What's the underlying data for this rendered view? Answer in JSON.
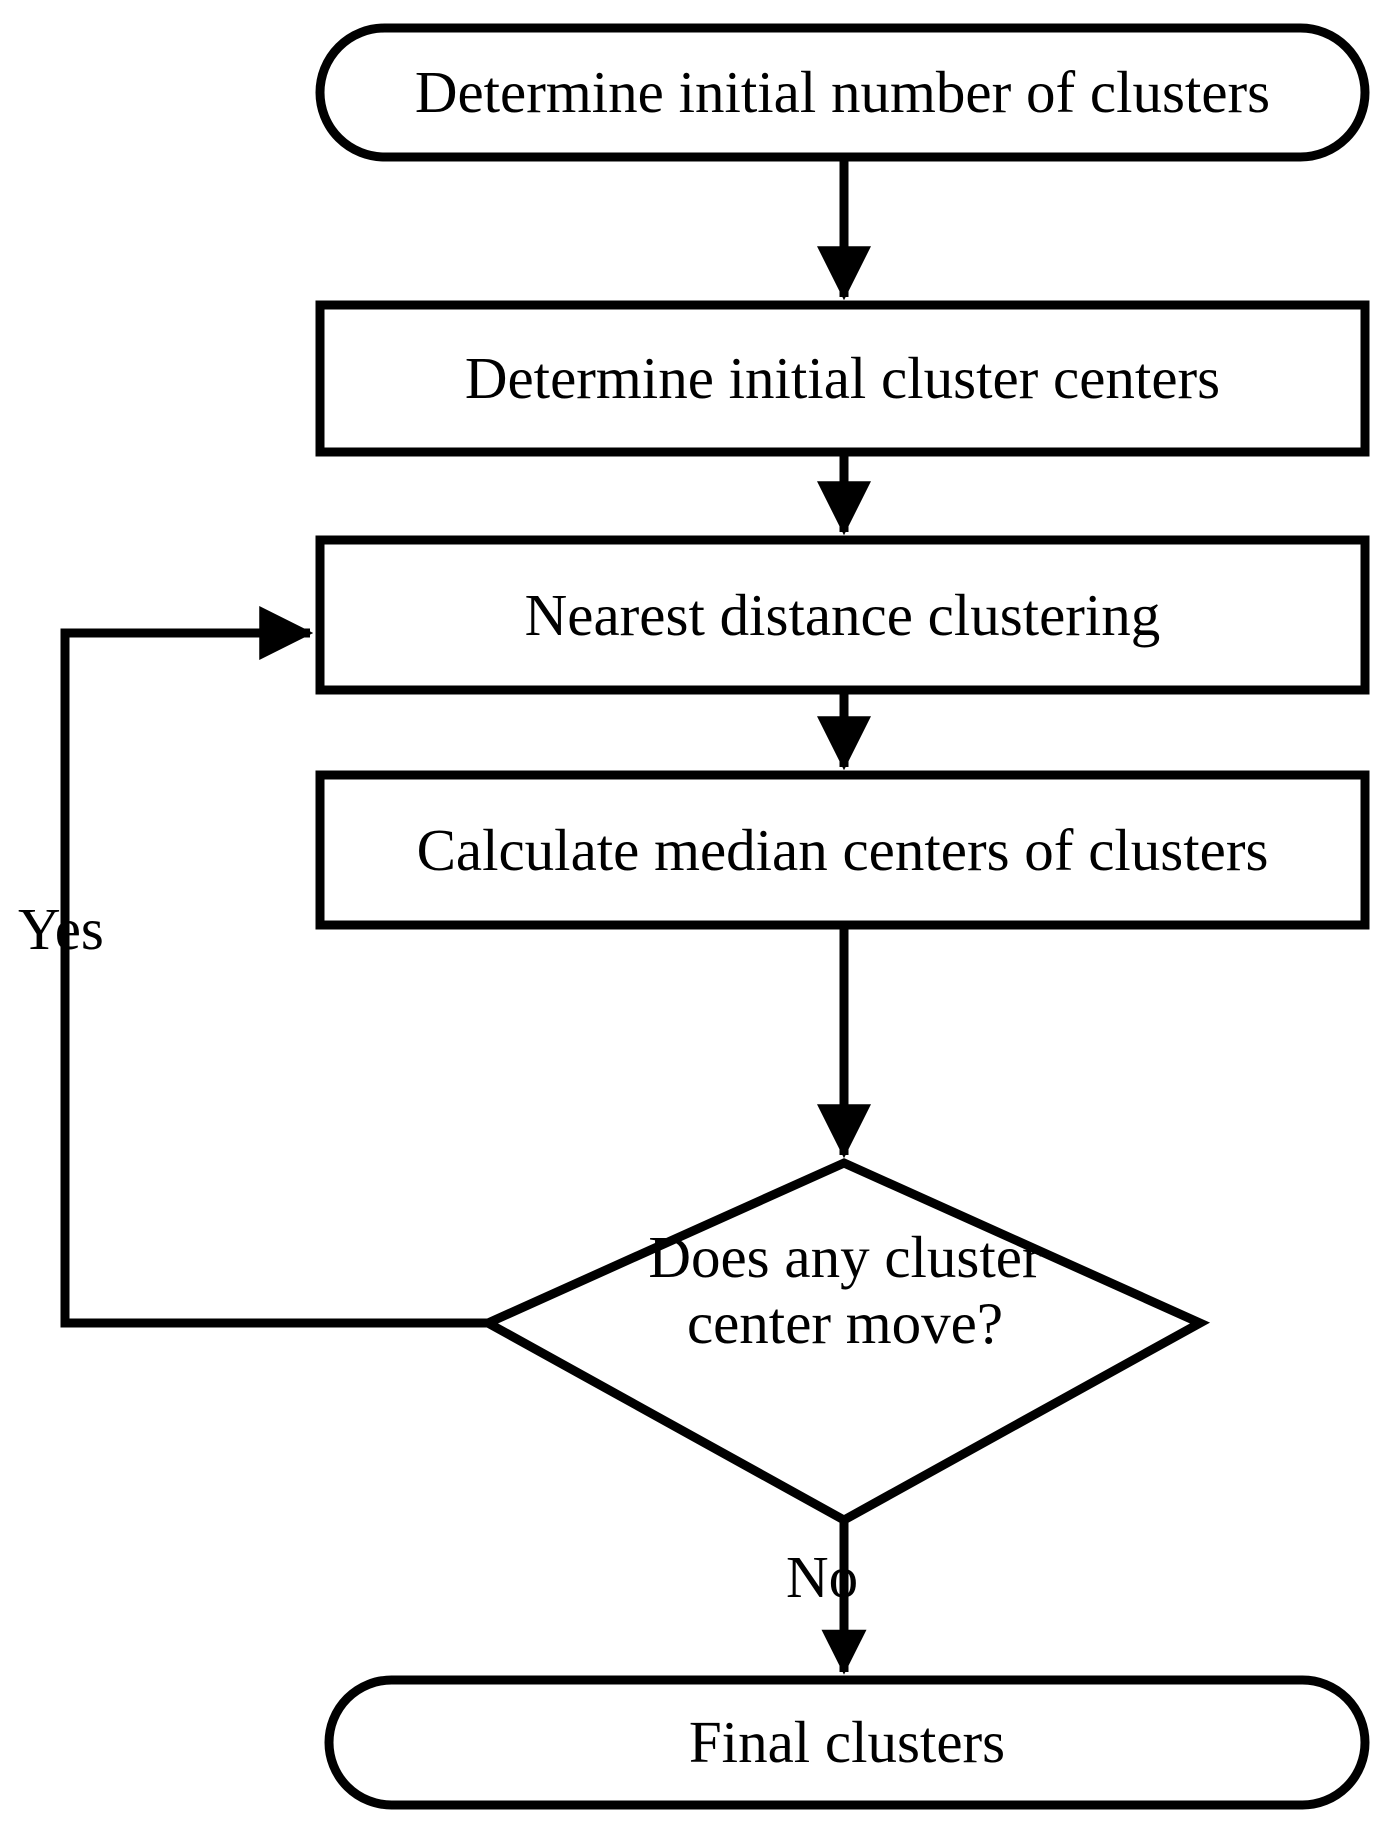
{
  "diagram": {
    "title": "Clustering algorithm flowchart",
    "type": "flowchart",
    "background_color": "#ffffff",
    "stroke_color": "#000000",
    "text_color": "#000000"
  },
  "nodes": [
    {
      "id": "determine-number",
      "shape": "terminator",
      "text": "Determine initial number of clusters"
    },
    {
      "id": "determine-centers",
      "shape": "process",
      "text": "Determine initial cluster centers"
    },
    {
      "id": "nearest-distance",
      "shape": "process",
      "text": "Nearest distance clustering"
    },
    {
      "id": "calculate-median",
      "shape": "process",
      "text": "Calculate median centers of clusters"
    },
    {
      "id": "decision",
      "shape": "decision",
      "text": "Does any cluster\ncenter move?"
    },
    {
      "id": "final-clusters",
      "shape": "terminator",
      "text": "Final clusters"
    }
  ],
  "edges": [
    {
      "id": "e1",
      "from": "determine-number",
      "to": "determine-centers",
      "label": ""
    },
    {
      "id": "e2",
      "from": "determine-centers",
      "to": "nearest-distance",
      "label": ""
    },
    {
      "id": "e3",
      "from": "nearest-distance",
      "to": "calculate-median",
      "label": ""
    },
    {
      "id": "e4",
      "from": "calculate-median",
      "to": "decision",
      "label": ""
    },
    {
      "id": "e5",
      "from": "decision",
      "to": "nearest-distance",
      "label": "Yes"
    },
    {
      "id": "e6",
      "from": "decision",
      "to": "final-clusters",
      "label": "No"
    }
  ],
  "edge_labels": {
    "yes": "Yes",
    "no": "No"
  }
}
